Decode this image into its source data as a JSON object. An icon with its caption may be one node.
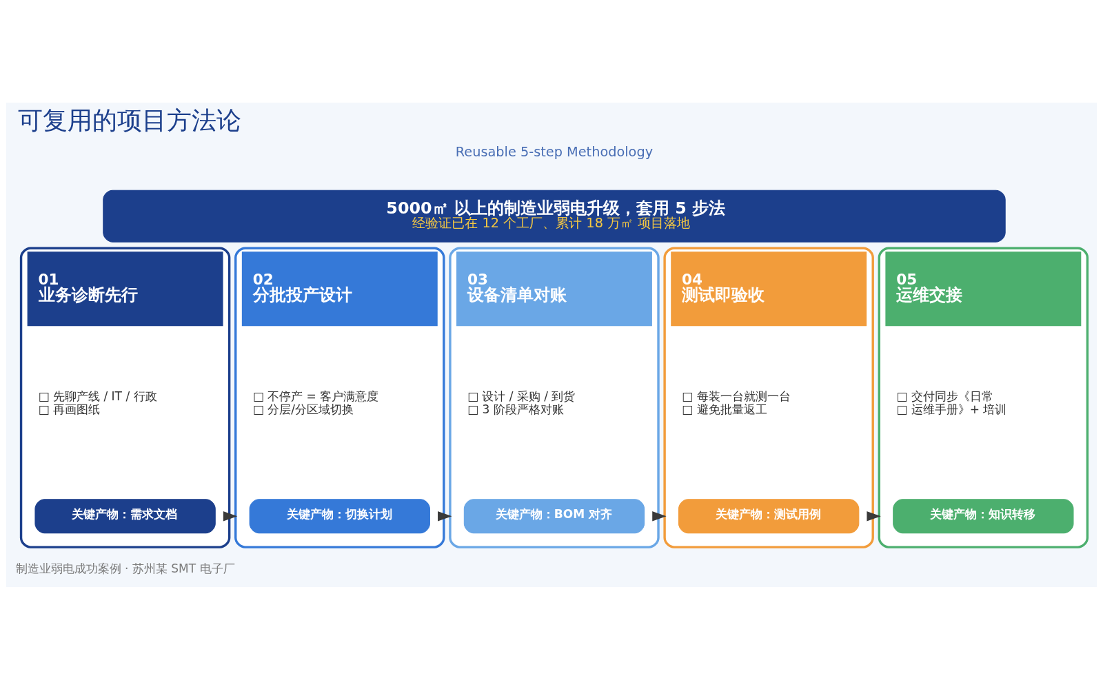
{
  "diagram": {
    "title": "可复用的项目方法论",
    "nodes": [
      {
        "text": [
          "5000㎡ 以上的制造业弱电升级，套用 5 步法",
          "经验证已在 12 个工厂、累计 18 万㎡ 项目落地"
        ]
      },
      {
        "text": [
          "01",
          "业务诊断先行",
          "□ 先聊产线 / IT / 行政",
          "□ 再画图纸"
        ]
      },
      {
        "text": [
          "关键产物：需求文档"
        ],
        "in": 1
      },
      {
        "text": [
          "02",
          "分批投产设计",
          "□ 不停产 = 客户满意度",
          "□ 分层/分区域切换"
        ]
      },
      {
        "text": [
          "关键产物：切换计划"
        ],
        "in": 3
      },
      {
        "text": [
          "03",
          "设备清单对账",
          "□ 设计 / 采购 / 到货",
          "□ 3 阶段严格对账"
        ]
      },
      {
        "text": [
          "关键产物：BOM 对齐"
        ],
        "in": 5
      },
      {
        "text": [
          "04",
          "测试即验收",
          "□ 每装一台就测一台",
          "□ 避免批量返工"
        ]
      },
      {
        "text": [
          "关键产物：测试用例"
        ],
        "in": 7
      },
      {
        "text": [
          "05",
          "运维交接",
          "□ 交付同步《日常",
          "□ 运维手册》+ 培训"
        ]
      },
      {
        "text": [
          "关键产物：知识转移"
        ],
        "in": 9
      }
    ],
    "edges": [
      {
        "from": 1,
        "to": 3,
        "arrow": "to"
      },
      {
        "from": 3,
        "to": 5,
        "arrow": "to"
      },
      {
        "from": 5,
        "to": 7,
        "arrow": "to"
      },
      {
        "from": 7,
        "to": 9,
        "arrow": "to"
      }
    ],
    "labels": [
      "Reusable 5-step Methodology",
      "制造业弱电成功案例 · 苏州某 SMT 电子厂"
    ]
  }
}
